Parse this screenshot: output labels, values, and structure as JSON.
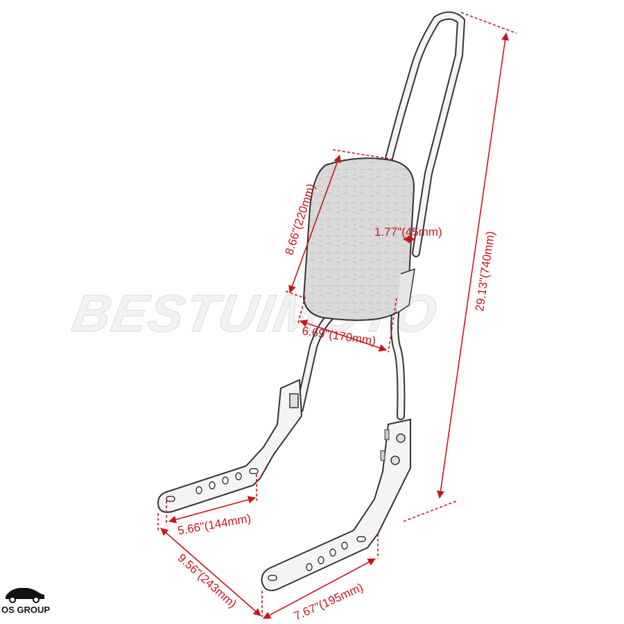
{
  "watermark": {
    "text": "BESTUIMOTO"
  },
  "logo": {
    "text": "OS GROUP",
    "icon": "car-icon"
  },
  "colors": {
    "dimension": "#c8161d",
    "outline": "#333333",
    "pad": "#d7d7d7"
  },
  "dimensions": {
    "overall_height": "29.13\"(740mm)",
    "pad_height": "8.66\"(220mm)",
    "pad_thickness": "1.77\"(45mm)",
    "pad_width": "6.69\"(170mm)",
    "bracket_hole_span": "5.66\"(144mm)",
    "bracket_width": "9.56\"(243mm)",
    "bracket_length": "7.67\"(195mm)"
  }
}
